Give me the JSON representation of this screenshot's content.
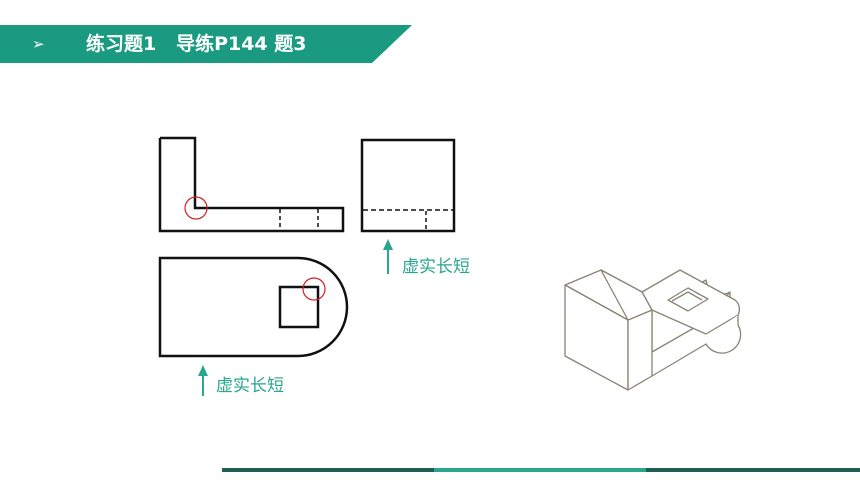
{
  "header": {
    "arrow_glyph": "➢",
    "title": "练习题1   导练P144 题3",
    "banner_color": "#1a9a80"
  },
  "annotations": [
    {
      "text": "虚实长短"
    },
    {
      "text": "虚实长短"
    }
  ],
  "colors": {
    "line": "#111111",
    "accent": "#2aa58f",
    "highlight_circle": "#d42020",
    "iso_line": "#8a8476",
    "footer_dark": "#1d5e4f",
    "footer_light": "#2aa58f"
  }
}
